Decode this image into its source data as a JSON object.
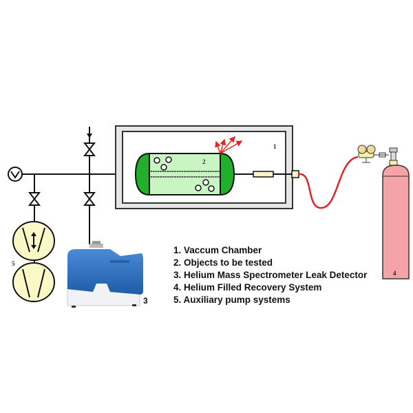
{
  "labels": {
    "chamber": "1",
    "objects": "2",
    "detector": "3",
    "cylinder": "4",
    "pumps": "5"
  },
  "legend": [
    "1. Vaccum Chamber",
    "2. Objects to be tested",
    "3. Helium Mass Spectrometer Leak Detector",
    "4. Helium Filled Recovery System",
    "5. Auxiliary pump systems"
  ],
  "colors": {
    "tank_cap": "#22b02a",
    "tank_body": "#c9f5c3",
    "pump_fill": "#fbf8c8",
    "cylinder": "#f4a3a6",
    "hose": "#e32222",
    "leak_arrows": "#e52424",
    "chamber_wall": "#e6e6e6",
    "detector_blue": "#2f6fbf"
  }
}
